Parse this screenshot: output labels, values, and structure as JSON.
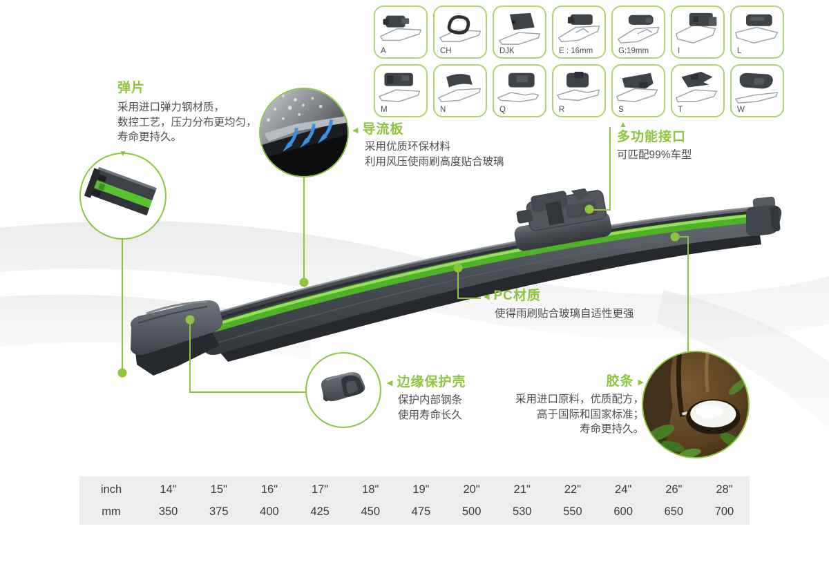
{
  "colors": {
    "accent_green": "#8CC63F",
    "stripe_green": "#4FB32A",
    "text_dark": "#4E4E50",
    "table_bg": "#EDEDED",
    "arrow_blue": "#3E8EDE"
  },
  "adapters": {
    "items": [
      "A",
      "CH",
      "DJK",
      "E : 16mm",
      "G:19mm",
      "I",
      "L",
      "M",
      "N",
      "Q",
      "R",
      "S",
      "T",
      "W"
    ]
  },
  "callouts": {
    "spring": {
      "title": "弹片",
      "line1": "采用进口弹力钢材质，",
      "line2": "数控工艺，压力分布更均匀，",
      "line3": "寿命更持久。"
    },
    "spoiler": {
      "title": "导流板",
      "line1": "采用优质环保材料",
      "line2": "利用风压使雨刷高度贴合玻璃"
    },
    "multi_connector": {
      "title": "多功能接口",
      "line1": "可匹配99%车型"
    },
    "pc_material": {
      "title": "PC材质",
      "line1": "使得雨刷贴合玻璃自适性更强"
    },
    "edge_cap": {
      "title": "边缘保护壳",
      "line1": "保护内部钢条",
      "line2": "使用寿命长久"
    },
    "rubber_strip": {
      "title": "胶条",
      "line1": "采用进口原料，优质配方，",
      "line2": "高于国际和国家标准；",
      "line3": "寿命更持久。"
    }
  },
  "size_table": {
    "unit_row1": "inch",
    "unit_row2": "mm",
    "columns": [
      {
        "inch": "14\"",
        "mm": "350"
      },
      {
        "inch": "15\"",
        "mm": "375"
      },
      {
        "inch": "16\"",
        "mm": "400"
      },
      {
        "inch": "17\"",
        "mm": "425"
      },
      {
        "inch": "18\"",
        "mm": "450"
      },
      {
        "inch": "19\"",
        "mm": "475"
      },
      {
        "inch": "20\"",
        "mm": "500"
      },
      {
        "inch": "21\"",
        "mm": "530"
      },
      {
        "inch": "22\"",
        "mm": "550"
      },
      {
        "inch": "24\"",
        "mm": "600"
      },
      {
        "inch": "26\"",
        "mm": "650"
      },
      {
        "inch": "28\"",
        "mm": "700"
      }
    ]
  }
}
